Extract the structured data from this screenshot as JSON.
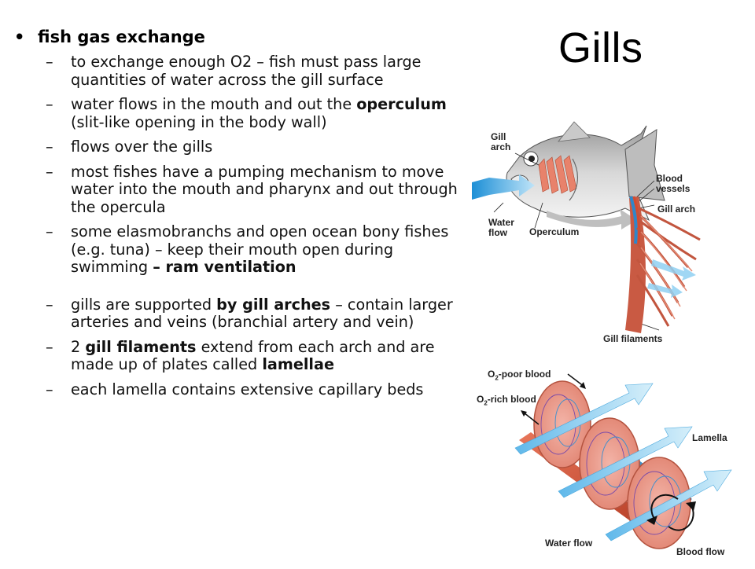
{
  "title": "Gills",
  "main_bullet": "fish gas exchange",
  "points": [
    [
      {
        "t": "to exchange enough O2 – fish must pass large quantities of water across the gill surface"
      }
    ],
    [
      {
        "t": "water flows in the mouth and out the "
      },
      {
        "t": "operculum",
        "b": true
      },
      {
        "t": " (slit-like opening in the body wall)"
      }
    ],
    [
      {
        "t": "flows over the gills"
      }
    ],
    [
      {
        "t": "most fishes have a pumping mechanism to move water into the mouth and pharynx and out through the opercula"
      }
    ],
    [
      {
        "t": "some elasmobranchs and open ocean bony fishes (e.g. tuna) – keep their mouth open during swimming "
      },
      {
        "t": "– ram ventilation",
        "b": true
      }
    ],
    [
      {
        "t": "gills are supported "
      },
      {
        "t": "by gill arches",
        "b": true
      },
      {
        "t": " – contain larger arteries and veins (branchial artery and vein)"
      }
    ],
    [
      {
        "t": "2 "
      },
      {
        "t": "gill filaments",
        "b": true
      },
      {
        "t": " extend from each arch and are made up of plates called "
      },
      {
        "t": "lamellae",
        "b": true
      }
    ],
    [
      {
        "t": "each lamella contains extensive capillary beds"
      }
    ]
  ],
  "figure": {
    "labels": {
      "gill_arch": "Gill arch",
      "water_flow": "Water flow",
      "operculum": "Operculum",
      "blood_vessels": "Blood vessels",
      "gill_arch_2": "Gill arch",
      "gill_filaments": "Gill filaments",
      "o2_poor_pre": "O",
      "o2_poor_sub": "2",
      "o2_poor_post": "-poor blood",
      "o2_rich_pre": "O",
      "o2_rich_sub": "2",
      "o2_rich_post": "-rich blood",
      "lamella": "Lamella",
      "water_flow_2": "Water flow",
      "blood_flow": "Blood flow"
    }
  }
}
